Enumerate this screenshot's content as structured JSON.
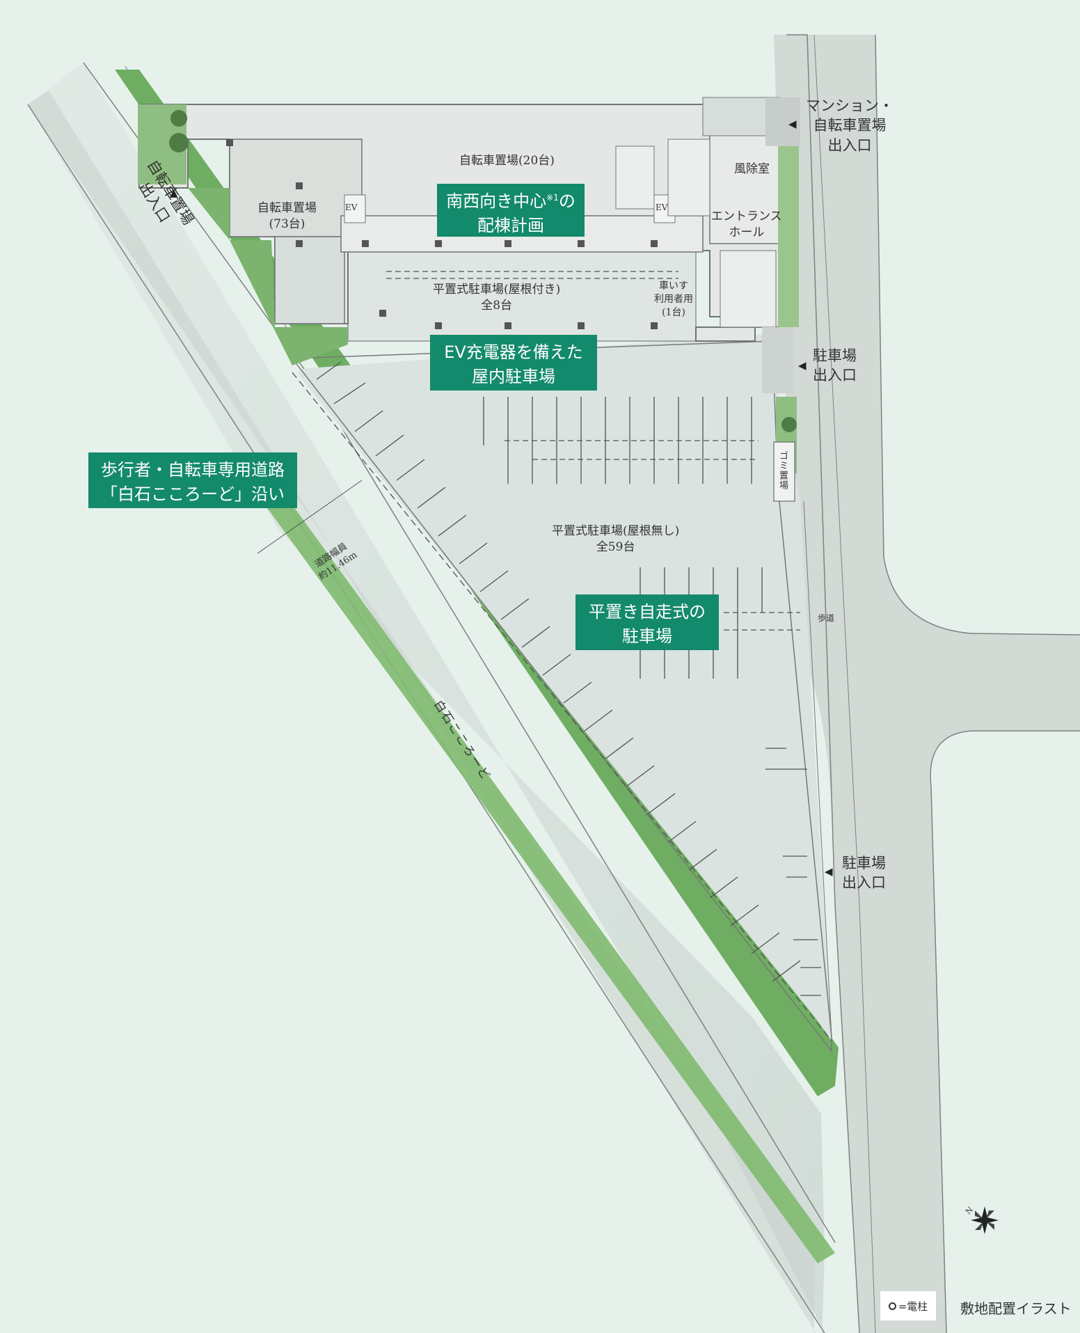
{
  "title": "敷地配置イラスト",
  "legend": {
    "symbol_label": "=電柱"
  },
  "colors": {
    "badge": "#138a6b",
    "greenery": "#6fae62",
    "road": "#cfd6d2",
    "lot": "#dfe6e4",
    "building": "#e3e6e4"
  },
  "badges": {
    "orientation": {
      "line1": "南西向き中心",
      "sup": "※1",
      "line1_end": "の",
      "line2": "配棟計画"
    },
    "ev_parking": {
      "line1": "EV充電器を備えた",
      "line2": "屋内駐車場"
    },
    "road": {
      "line1": "歩行者・自転車専用道路",
      "line2": "「白石こころーど」沿い"
    },
    "self_parking": {
      "line1": "平置き自走式の",
      "line2": "駐車場"
    }
  },
  "labels": {
    "bike_parking_20": "自転車置場(20台)",
    "bike_parking_73": {
      "line1": "自転車置場",
      "line2": "(73台)"
    },
    "wind_room": "風除室",
    "entrance_hall": {
      "line1": "エントランス",
      "line2": "ホール"
    },
    "ev_left": "EV",
    "ev_right": "EV",
    "covered_parking": {
      "line1": "平置式駐車場(屋根付き)",
      "line2": "全8台"
    },
    "wheelchair": {
      "line1": "車いす",
      "line2": "利用者用",
      "line3": "(1台)"
    },
    "open_parking": {
      "line1": "平置式駐車場(屋根無し)",
      "line2": "全59台"
    },
    "garbage": "ゴミ置場",
    "sidewalk": "歩道",
    "road_width": {
      "line1": "道路幅員",
      "line2": "約11.46m"
    },
    "road_name": "白石こころーど",
    "mansion_bike_entrance": {
      "line1": "マンション・",
      "line2": "自転車置場",
      "line3": "出入口"
    },
    "bike_entrance_left": {
      "line1": "自転車置場",
      "line2": "出入口"
    },
    "parking_entrance_1": {
      "line1": "駐車場",
      "line2": "出入口"
    },
    "parking_entrance_2": {
      "line1": "駐車場",
      "line2": "出入口"
    }
  },
  "compass": {
    "letter": "N"
  }
}
